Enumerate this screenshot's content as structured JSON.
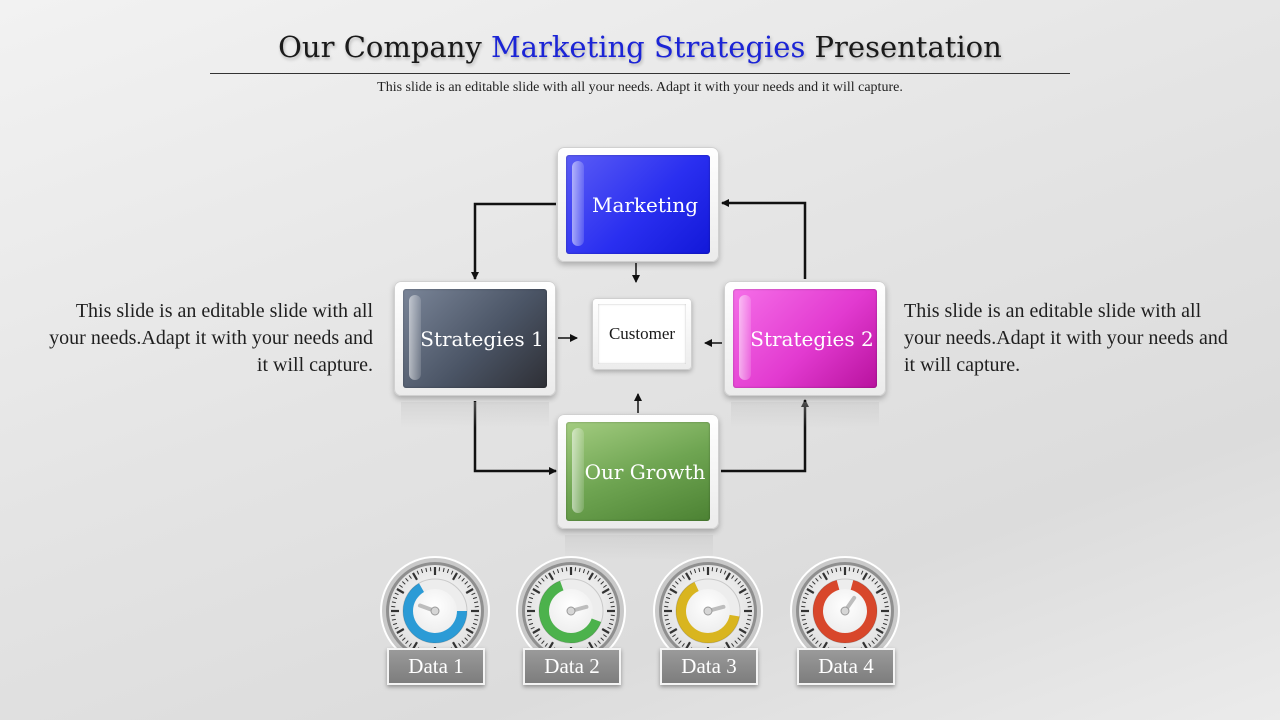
{
  "header": {
    "title_start": "Our Company ",
    "title_accent": "Marketing Strategies",
    "title_end": " Presentation",
    "subtitle": "This slide is an editable slide with all your needs. Adapt it with your needs and it will capture."
  },
  "side_text": {
    "left": "This slide is an editable slide with all your needs.Adapt it with your needs and it will capture.",
    "right": "This slide is an editable slide with all your needs.Adapt it with your needs and it will capture."
  },
  "nodes": {
    "marketing": {
      "label": "Marketing",
      "color": "#2a2ff0"
    },
    "strategies1": {
      "label": "Strategies 1",
      "color": "#4b5566"
    },
    "strategies2": {
      "label": "Strategies 2",
      "color": "#e23ad0"
    },
    "growth": {
      "label": "Our Growth",
      "color": "#5f9a45"
    },
    "customer": {
      "label": "Customer"
    }
  },
  "gauges": [
    {
      "label": "Data 1",
      "color": "#2b9bd6"
    },
    {
      "label": "Data 2",
      "color": "#4cb24c"
    },
    {
      "label": "Data 3",
      "color": "#d9b51f"
    },
    {
      "label": "Data 4",
      "color": "#d8472b"
    }
  ],
  "colors": {
    "title_accent": "#1b24d6",
    "connector": "#111111"
  }
}
